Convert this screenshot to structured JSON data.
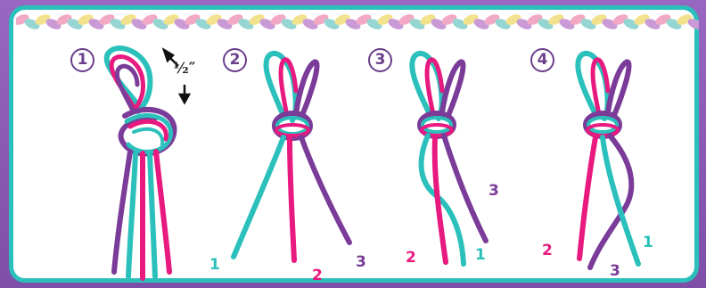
{
  "colors": {
    "teal": "#2bc0bb",
    "pink": "#e8197f",
    "purple": "#7a3c98",
    "frame": "#8a5bb0",
    "braid": [
      "#f2a9c4",
      "#95d6d2",
      "#f3e28d",
      "#c99ad6"
    ]
  },
  "measurement": "½″",
  "steps": [
    {
      "number": "1",
      "labels": []
    },
    {
      "number": "2",
      "labels": [
        {
          "text": "1",
          "color": "teal"
        },
        {
          "text": "2",
          "color": "pink"
        },
        {
          "text": "3",
          "color": "purple"
        }
      ]
    },
    {
      "number": "3",
      "labels": [
        {
          "text": "2",
          "color": "pink"
        },
        {
          "text": "1",
          "color": "teal"
        },
        {
          "text": "3",
          "color": "purple"
        }
      ]
    },
    {
      "number": "4",
      "labels": [
        {
          "text": "2",
          "color": "pink"
        },
        {
          "text": "3",
          "color": "purple"
        },
        {
          "text": "1",
          "color": "teal"
        }
      ]
    }
  ]
}
